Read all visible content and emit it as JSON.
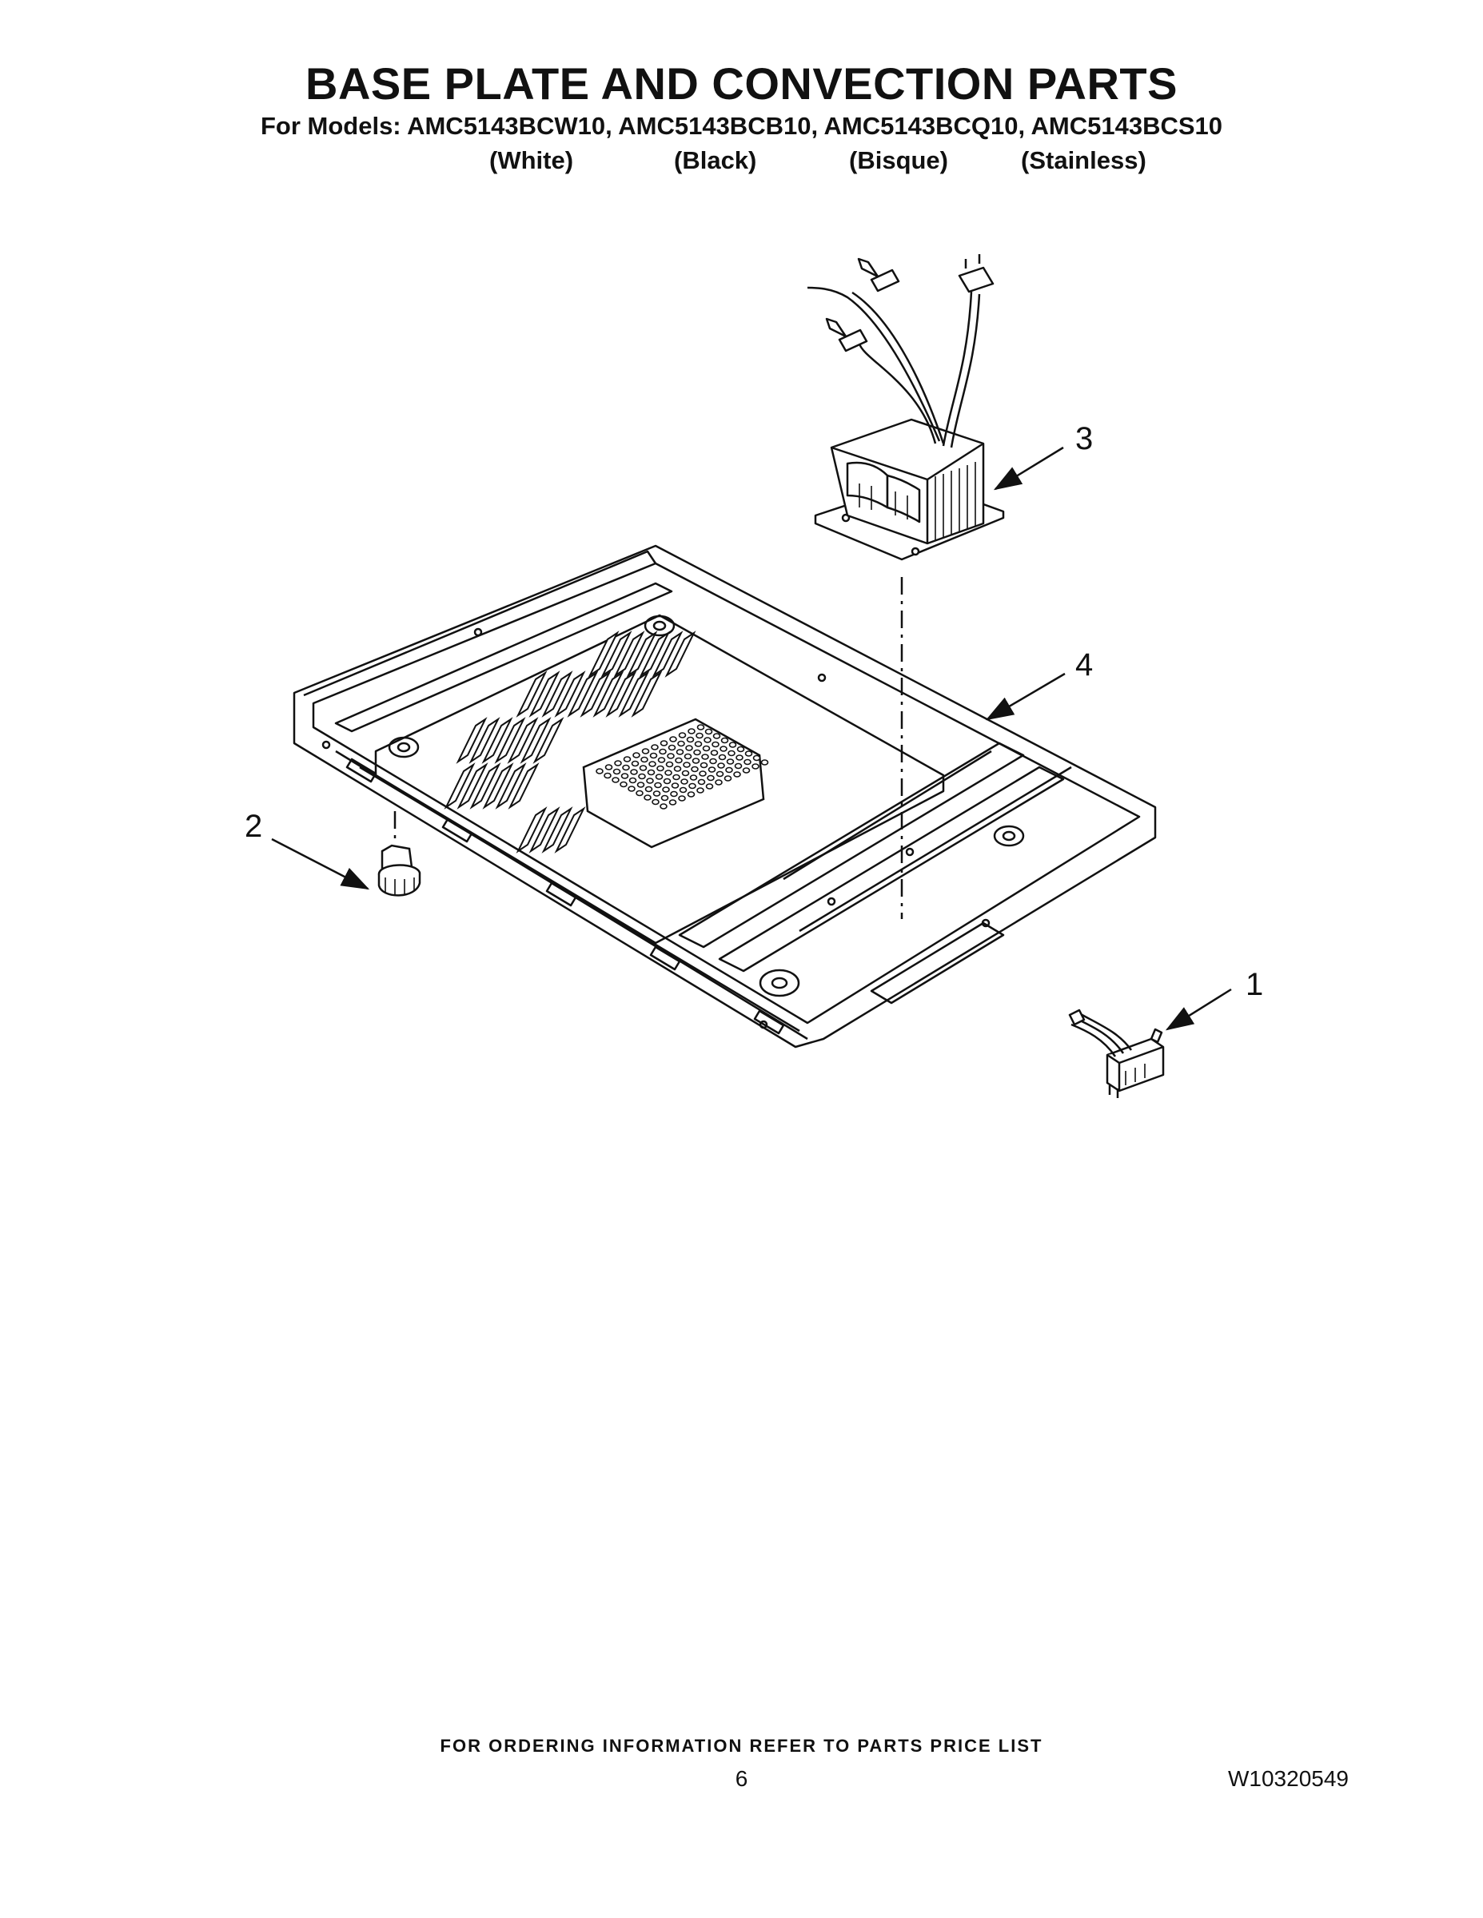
{
  "header": {
    "title": "BASE PLATE AND CONVECTION PARTS",
    "models": "For Models: AMC5143BCW10, AMC5143BCB10, AMC5143BCQ10, AMC5143BCS10",
    "colors": [
      "(White)",
      "(Black)",
      "(Bisque)",
      "(Stainless)"
    ]
  },
  "callouts": [
    {
      "number": "1",
      "part": "line-filter"
    },
    {
      "number": "2",
      "part": "foot"
    },
    {
      "number": "3",
      "part": "transformer"
    },
    {
      "number": "4",
      "part": "base-plate"
    }
  ],
  "footer": {
    "ordering": "FOR ORDERING INFORMATION REFER TO PARTS PRICE LIST",
    "page": "6",
    "document_number": "W10320549"
  }
}
